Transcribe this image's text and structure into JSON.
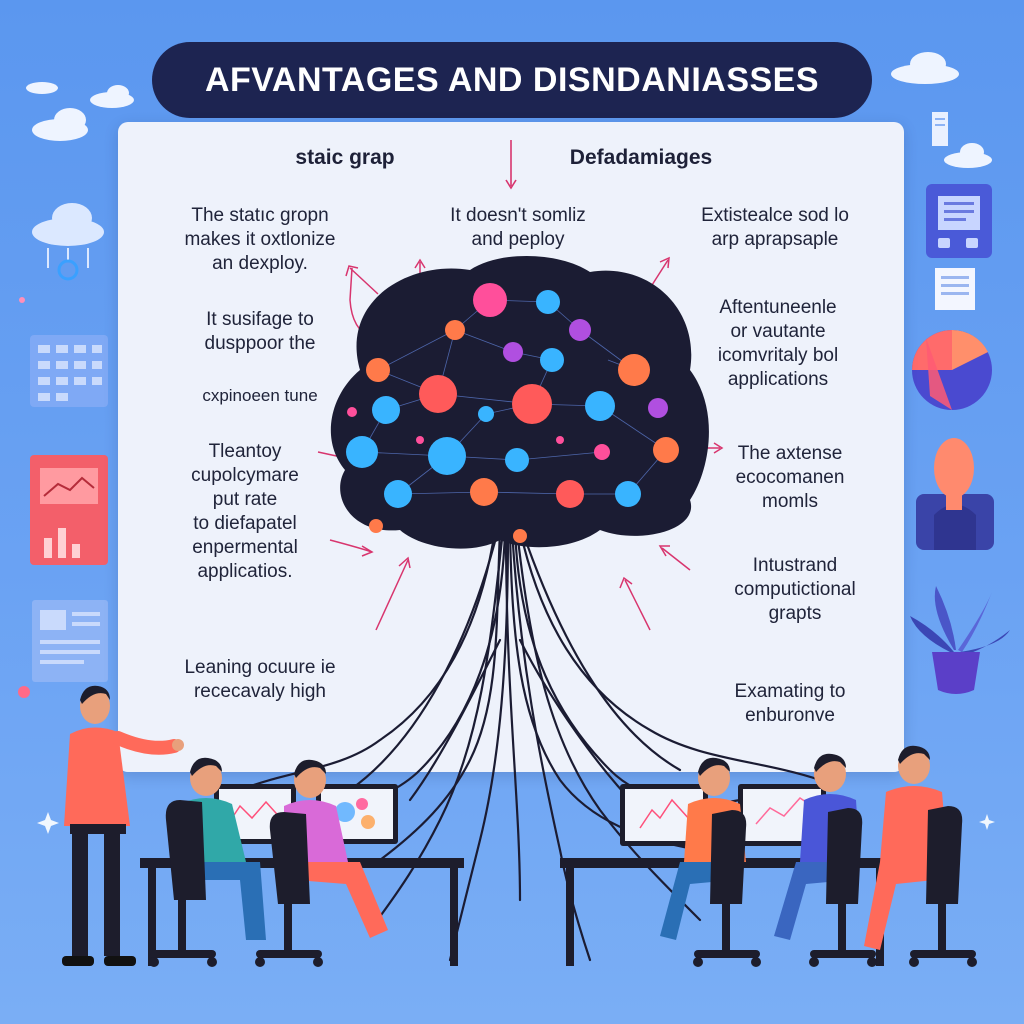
{
  "title": "AFVANTAGES AND DISNDANIASSES",
  "columns": {
    "left_header": "staic grap",
    "right_header": "Defadamiages"
  },
  "left_points": [
    "The statıc gropn\nmakes it oxtlonize\nan dexploy.",
    "It susifage to\ndusppoor the",
    "cxpinoeen tune",
    "Tleantoy\ncupolcymare\nput rate\nto diefapatel\nenpermental\napplicatios.",
    "Leaning ocuure ie\nrececavaly high"
  ],
  "center_point": "It doesn't somliz\nand peploy",
  "right_points": [
    "Extistealce sod lo\narp aprapsaple",
    "Aftentuneenle\nor vautante\nicomvritaly bol\napplications",
    "The  axtense\necocomanen\nmomls",
    "Intustrand\ncomputictional\ngrapts",
    "Examating to\nenburonve"
  ],
  "colors": {
    "background": "#5b97ef",
    "banner": "#1d2451",
    "board": "#eef2fb",
    "brain": "#1b1c33",
    "node_pink": "#ff4f9b",
    "node_blue": "#39b4ff",
    "node_orange": "#ff7a4a",
    "node_purple": "#b04fe0",
    "arrow": "#d8356e"
  },
  "icons": [
    "cloud-icon",
    "document-icon",
    "pie-chart-icon",
    "person-icon",
    "plant-icon",
    "sparkle-icon",
    "laptop-icon"
  ]
}
